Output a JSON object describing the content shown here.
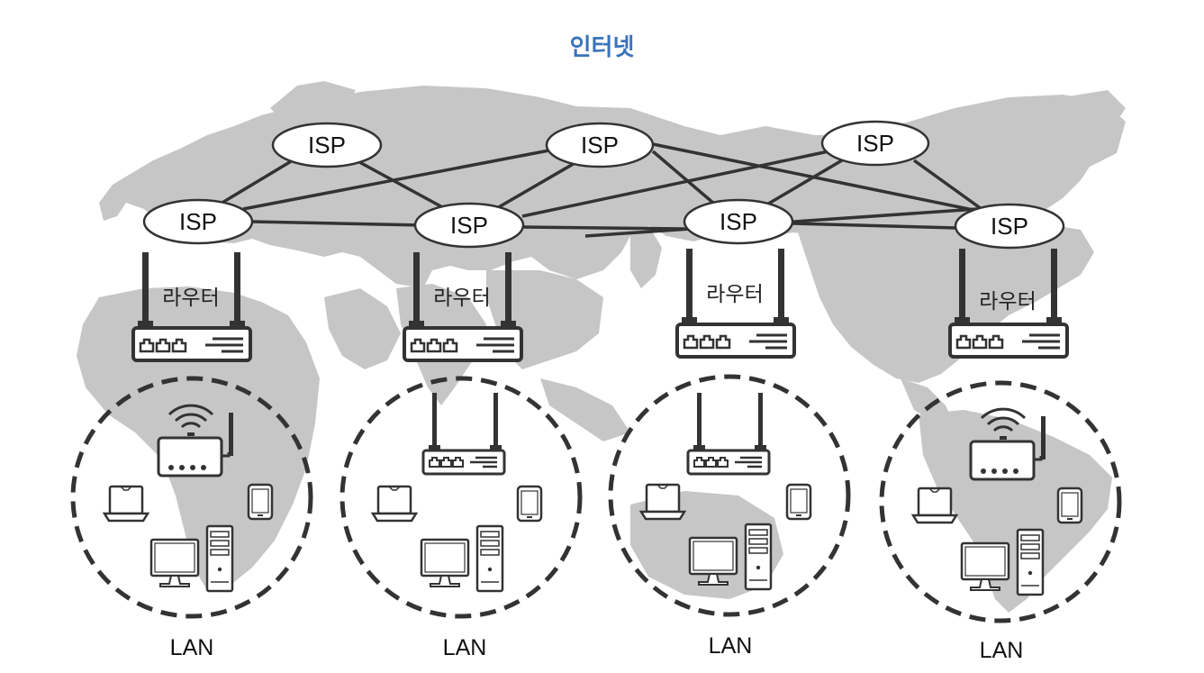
{
  "title": "인터넷",
  "colors": {
    "title": "#3b73b9",
    "map": "#c6c6c6",
    "line": "#333333",
    "device": "#333333"
  },
  "isp": {
    "label": "ISP"
  },
  "routers": [
    {
      "label": "라우터"
    },
    {
      "label": "라우터"
    },
    {
      "label": "라우터"
    },
    {
      "label": "라우터"
    }
  ],
  "lans": [
    {
      "label": "LAN",
      "hub": "wifi-router"
    },
    {
      "label": "LAN",
      "hub": "router"
    },
    {
      "label": "LAN",
      "hub": "router"
    },
    {
      "label": "LAN",
      "hub": "wifi-router"
    }
  ]
}
